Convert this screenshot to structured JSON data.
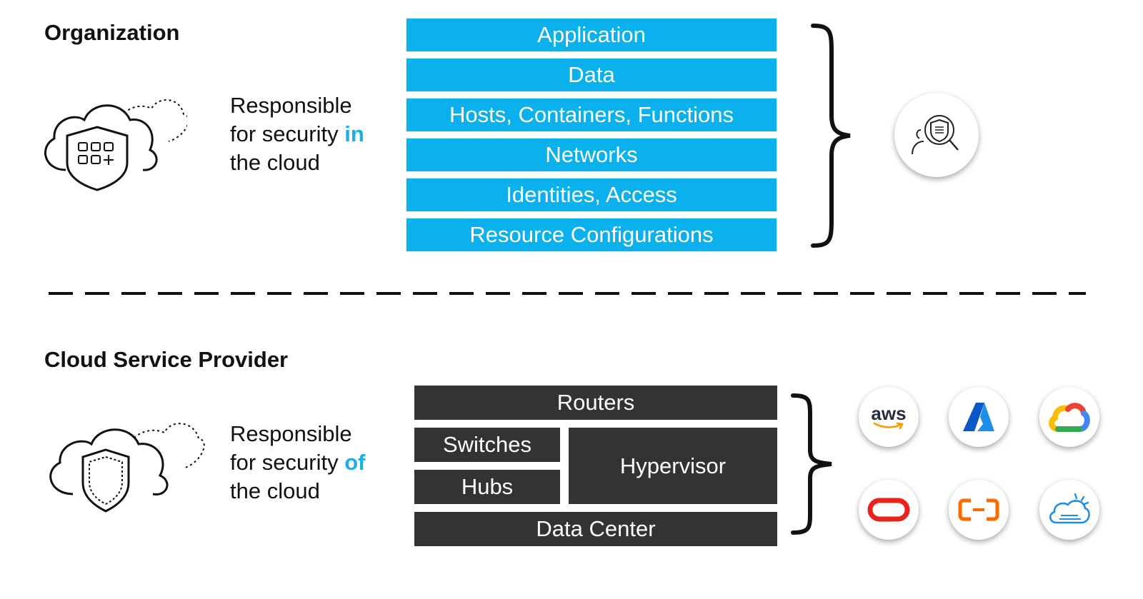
{
  "organization": {
    "title": "Organization",
    "responsibility": {
      "line1": "Responsible",
      "line2_prefix": "for security ",
      "line2_highlight": "in",
      "line3": "the cloud"
    },
    "layers": [
      "Application",
      "Data",
      "Hosts, Containers, Functions",
      "Networks",
      "Identities, Access",
      "Resource Configurations"
    ],
    "icons": {
      "cloud": "cloud-shield-apps-icon",
      "summary": "shield-inspection-icon"
    }
  },
  "provider": {
    "title": "Cloud Service Provider",
    "responsibility": {
      "line1": "Responsible",
      "line2_prefix": "for security ",
      "line2_highlight": "of",
      "line3": "the cloud"
    },
    "layers": {
      "routers": "Routers",
      "switches": "Switches",
      "hubs": "Hubs",
      "hypervisor": "Hypervisor",
      "data_center": "Data Center"
    },
    "icons": {
      "cloud": "cloud-shield-icon"
    },
    "providers": [
      {
        "name": "aws-logo-icon",
        "label": "aws"
      },
      {
        "name": "azure-logo-icon"
      },
      {
        "name": "google-cloud-logo-icon"
      },
      {
        "name": "oracle-logo-icon"
      },
      {
        "name": "alibaba-cloud-logo-icon"
      },
      {
        "name": "ibm-cloud-logo-icon"
      }
    ]
  },
  "colors": {
    "accent": "#1ab0e6",
    "org_layer": "#0bb1ec",
    "provider_layer": "#333333"
  }
}
